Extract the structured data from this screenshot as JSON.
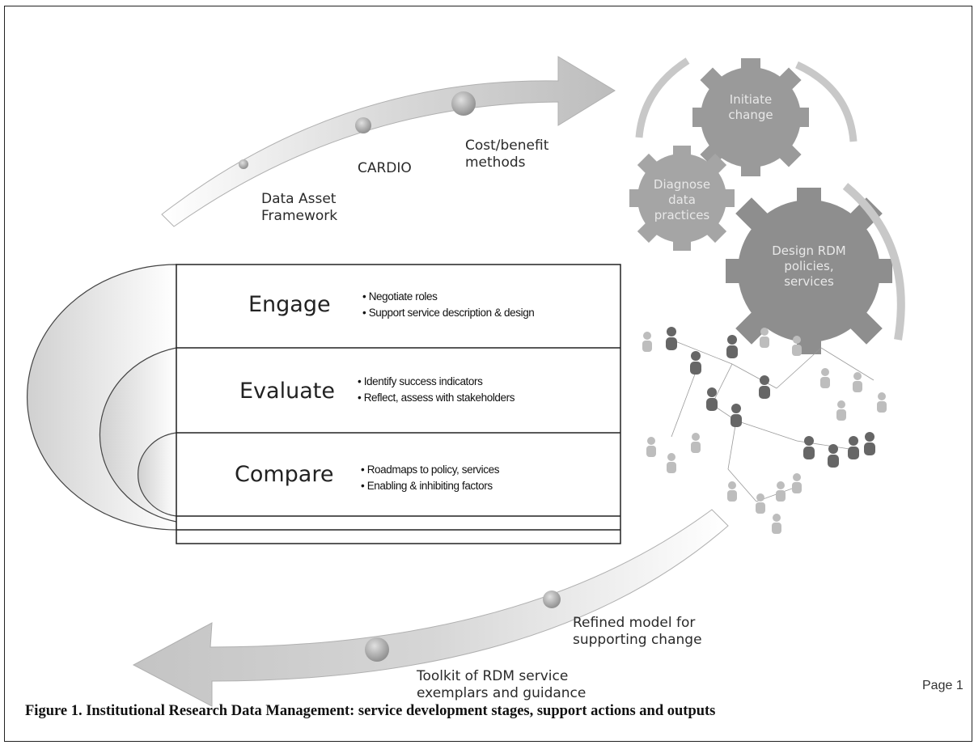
{
  "top_arrow": {
    "milestones": [
      {
        "label": "Data Asset\nFramework"
      },
      {
        "label": "CARDIO"
      },
      {
        "label": "Cost/benefit\nmethods"
      }
    ]
  },
  "gears": [
    {
      "label": "Initiate\nchange"
    },
    {
      "label": "Diagnose\ndata\npractices"
    },
    {
      "label": "Design RDM\npolicies,\nservices"
    }
  ],
  "stages": [
    {
      "title": "Engage",
      "bullets": [
        "Negotiate roles",
        "Support service description & design"
      ]
    },
    {
      "title": "Evaluate",
      "bullets": [
        "Identify success indicators",
        "Reflect, assess with stakeholders"
      ]
    },
    {
      "title": "Compare",
      "bullets": [
        "Roadmaps to policy, services",
        "Enabling & inhibiting factors"
      ]
    }
  ],
  "bottom_arrow": {
    "milestones": [
      {
        "label": "Refined model for\nsupporting change"
      },
      {
        "label": "Toolkit of RDM service\nexemplars and guidance"
      }
    ]
  },
  "caption": "Figure 1. Institutional Research Data Management: service development stages, support actions and outputs",
  "page_label": "Page 1"
}
